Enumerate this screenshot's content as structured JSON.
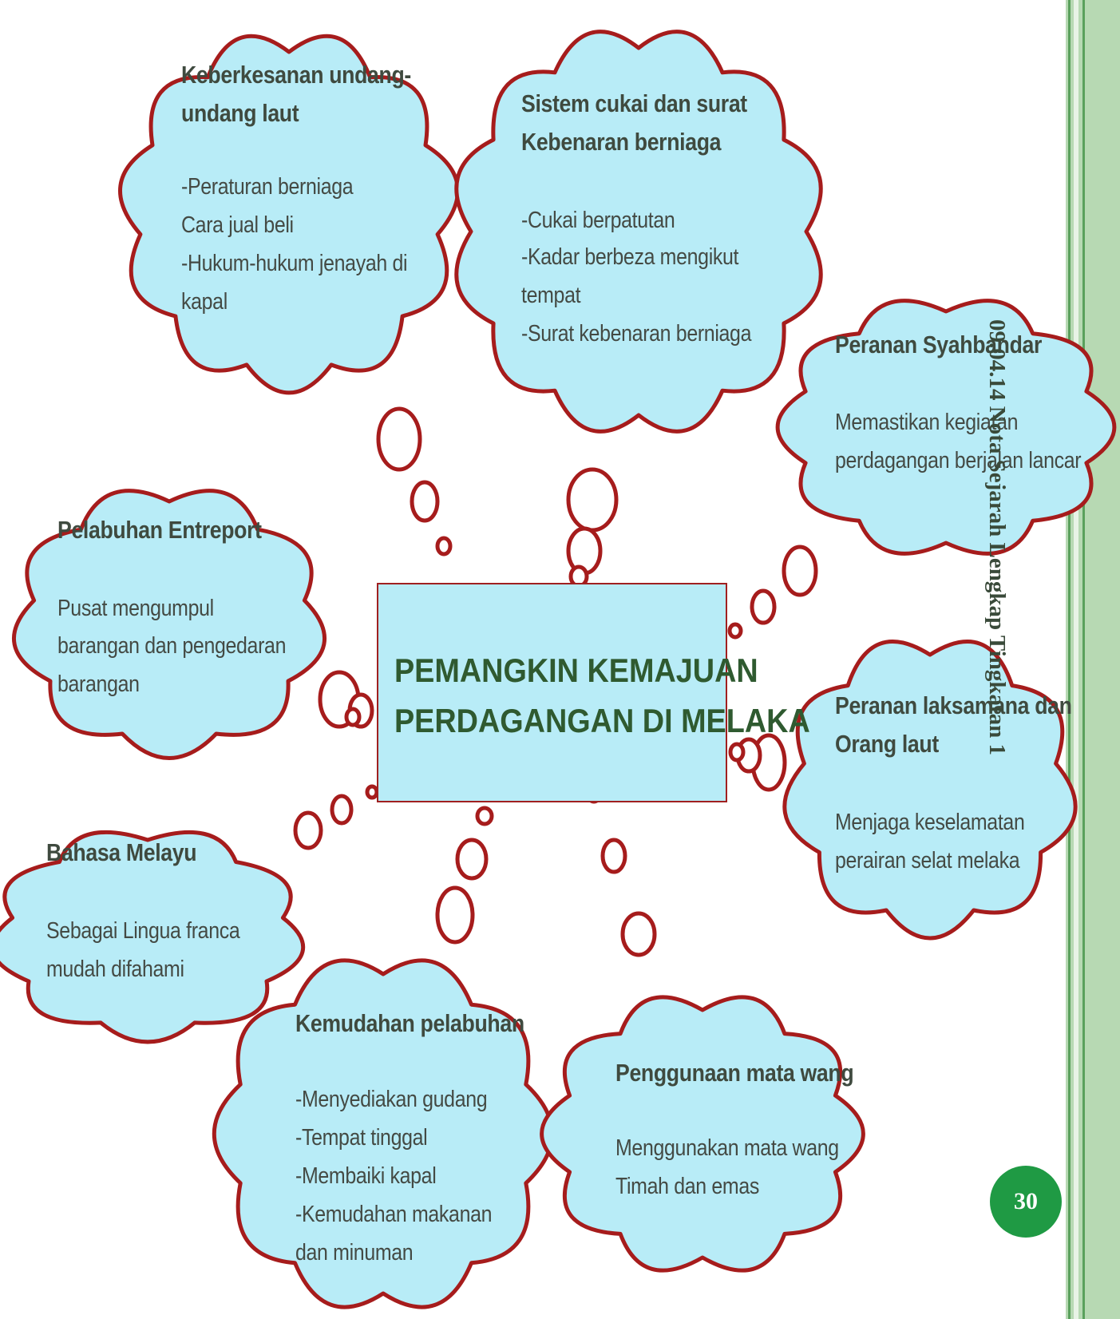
{
  "center": {
    "line1": "PEMANGKIN KEMAJUAN",
    "line2": "PERDAGANGAN DI MELAKA"
  },
  "clouds": {
    "undang": {
      "title1": "Keberkesanan undang-",
      "title2": "undang laut",
      "l1": "-Peraturan berniaga",
      "l2": "Cara jual beli",
      "l3": "-Hukum-hukum jenayah di",
      "l4": "kapal"
    },
    "cukai": {
      "title1": "Sistem cukai dan surat",
      "title2": "Kebenaran berniaga",
      "l1": "-Cukai berpatutan",
      "l2": "-Kadar berbeza mengikut",
      "l3": "tempat",
      "l4": "-Surat kebenaran berniaga"
    },
    "syahbandar": {
      "title": "Peranan Syahbandar",
      "l1": "Memastikan kegiatan",
      "l2": "perdagangan berjalan lancar"
    },
    "entreport": {
      "title": "Pelabuhan Entreport",
      "l1": "Pusat mengumpul",
      "l2": "barangan dan pengedaran",
      "l3": "barangan"
    },
    "laksamana": {
      "title1": "Peranan laksamana dan",
      "title2": "Orang laut",
      "l1": "Menjaga keselamatan",
      "l2": "perairan selat melaka"
    },
    "bahasa": {
      "title": "Bahasa Melayu",
      "l1": "Sebagai Lingua franca",
      "l2": "mudah difahami"
    },
    "kemudahan": {
      "title": "Kemudahan pelabuhan",
      "l1": "-Menyediakan gudang",
      "l2": "-Tempat tinggal",
      "l3": "-Membaiki kapal",
      "l4": "-Kemudahan makanan",
      "l5": "dan minuman"
    },
    "matawang": {
      "title": "Penggunaan mata wang",
      "l1": "Menggunakan mata wang",
      "l2": "Timah dan emas"
    }
  },
  "footer": {
    "label": "09.04.14    Nota Sejarah Lengkap Tingkatan 1",
    "page": "30"
  },
  "colors": {
    "cloud_fill": "#b8ecf7",
    "cloud_stroke": "#a61c1c",
    "sidebar": "#b7d9b3",
    "badge": "#1f9a44"
  }
}
